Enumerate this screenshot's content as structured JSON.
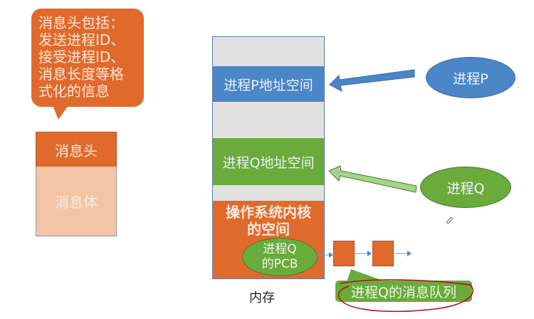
{
  "callout": {
    "lines": [
      "消息头包括：",
      "发送进程ID、",
      "接受进程ID、",
      "消息长度等格",
      "式化的信息"
    ]
  },
  "message": {
    "head_label": "消息头",
    "body_label": "消息体"
  },
  "memory": {
    "caption": "内存",
    "p_space_label": "进程P地址空间",
    "q_space_label": "进程Q地址空间",
    "kernel_label_line1": "操作系统内核",
    "kernel_label_line2": "的空间"
  },
  "processes": {
    "p_label": "进程P",
    "q_label": "进程Q"
  },
  "pcb": {
    "line1": "进程Q",
    "line2": "的PCB"
  },
  "queue": {
    "label": "进程Q的消息队列"
  },
  "colors": {
    "orange": "#e06a2c",
    "light_orange": "#f4c4a6",
    "blue": "#4a86c8",
    "green": "#6aab3c",
    "gray": "#e1e1e1",
    "annotation_red": "#b01010"
  }
}
